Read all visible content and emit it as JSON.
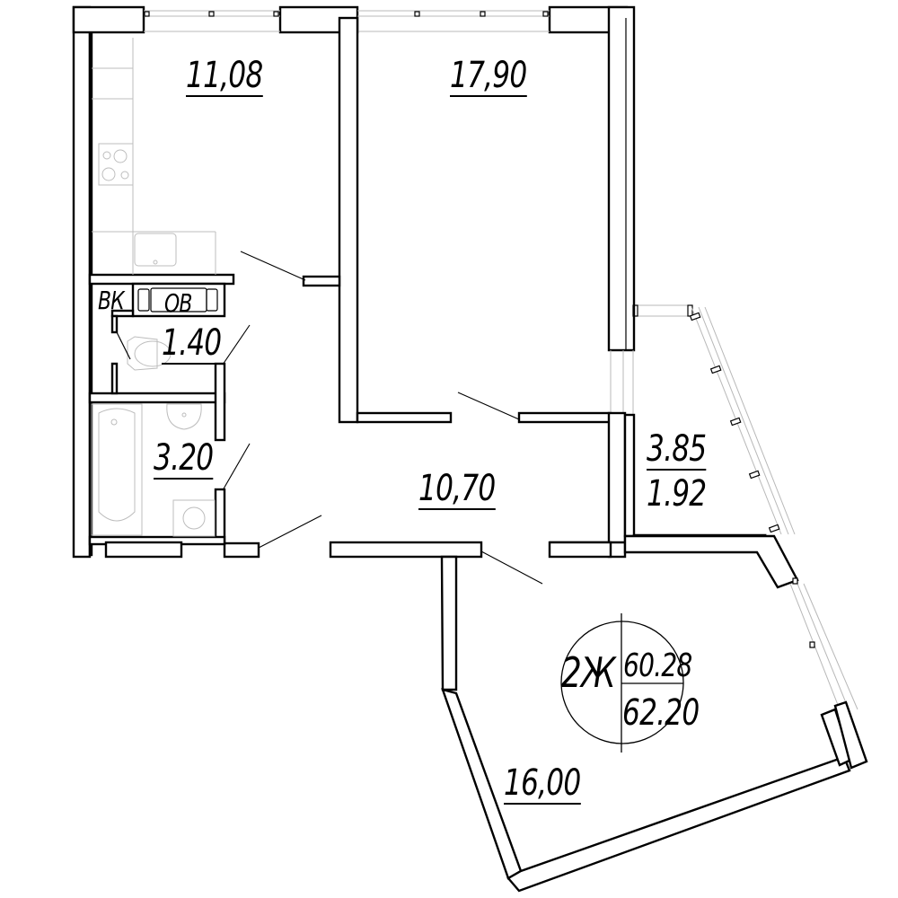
{
  "plan": {
    "apartment_type": "2Ж",
    "living_area": "60.28",
    "total_area": "62.20"
  },
  "rooms": {
    "kitchen": {
      "area": "11,08"
    },
    "bedroom": {
      "area": "17,90"
    },
    "wc": {
      "area": "1.40"
    },
    "bathroom": {
      "area": "3.20"
    },
    "hall": {
      "area": "10,70"
    },
    "living": {
      "area": "16,00"
    },
    "loggia": {
      "area": "3.85",
      "reduced_area": "1.92"
    }
  },
  "labels": {
    "water_meter": "ВК",
    "ventilation": "ОВ"
  }
}
